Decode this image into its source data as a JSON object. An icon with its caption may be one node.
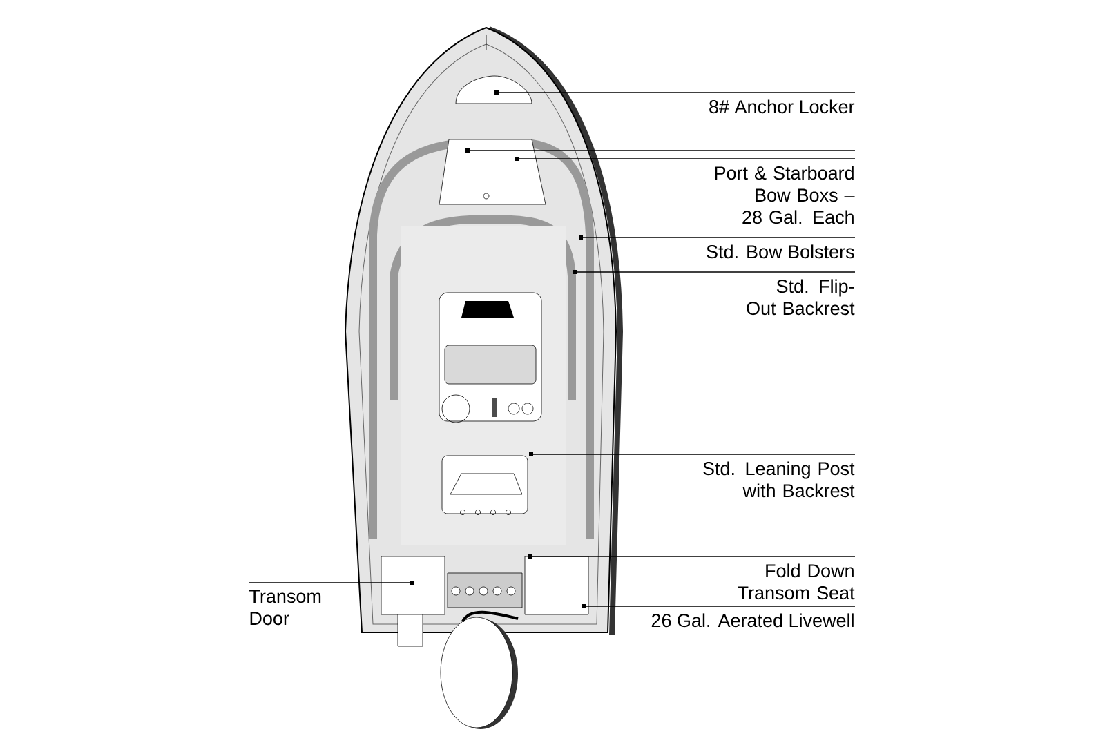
{
  "diagram": {
    "nodes": [
      {
        "text": [
          "8# Anchor Locker"
        ]
      },
      {
        "text": [
          "Port & Starboard Bow Boxs – 28 Gal. Each"
        ]
      },
      {
        "text": [
          "Std. Bow Bolsters"
        ]
      },
      {
        "text": [
          "Std. Flip-Out Backrest"
        ]
      },
      {
        "text": [
          "Std. Leaning Post with Backrest"
        ]
      },
      {
        "text": [
          "Fold Down Transom Seat"
        ]
      },
      {
        "text": [
          "26 Gal. Aerated Livewell"
        ]
      },
      {
        "text": [
          "Transom Door"
        ]
      }
    ],
    "edges": [
      {
        "from": 0,
        "to": null,
        "arrow": "other"
      },
      {
        "from": 1,
        "to": null,
        "arrow": "other"
      },
      {
        "from": 1,
        "to": null,
        "arrow": "other"
      },
      {
        "from": 2,
        "to": null,
        "arrow": "other"
      },
      {
        "from": 3,
        "to": null,
        "arrow": "other"
      },
      {
        "from": 4,
        "to": null,
        "arrow": "other"
      },
      {
        "from": 5,
        "to": null,
        "arrow": "other"
      },
      {
        "from": 6,
        "to": null,
        "arrow": "other"
      },
      {
        "from": 7,
        "to": null,
        "arrow": "other"
      }
    ]
  }
}
